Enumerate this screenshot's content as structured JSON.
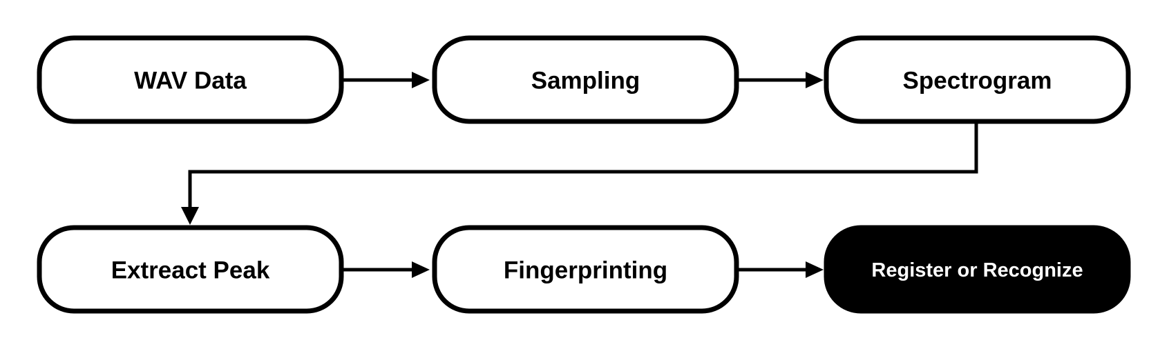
{
  "diagram": {
    "colors": {
      "stroke": "#000000",
      "fill": "#ffffff",
      "terminal_fill": "#000000",
      "terminal_text": "#ffffff"
    },
    "nodes": [
      {
        "id": "wav-data",
        "label": "WAV Data"
      },
      {
        "id": "sampling",
        "label": "Sampling"
      },
      {
        "id": "spectrogram",
        "label": "Spectrogram"
      },
      {
        "id": "extract-peak",
        "label": "Extreact Peak"
      },
      {
        "id": "fingerprinting",
        "label": "Fingerprinting"
      },
      {
        "id": "register-or-recognize",
        "label": "Register or Recognize"
      }
    ],
    "edges": [
      {
        "from": "wav-data",
        "to": "sampling"
      },
      {
        "from": "sampling",
        "to": "spectrogram"
      },
      {
        "from": "spectrogram",
        "to": "extract-peak"
      },
      {
        "from": "extract-peak",
        "to": "fingerprinting"
      },
      {
        "from": "fingerprinting",
        "to": "register-or-recognize"
      }
    ]
  }
}
